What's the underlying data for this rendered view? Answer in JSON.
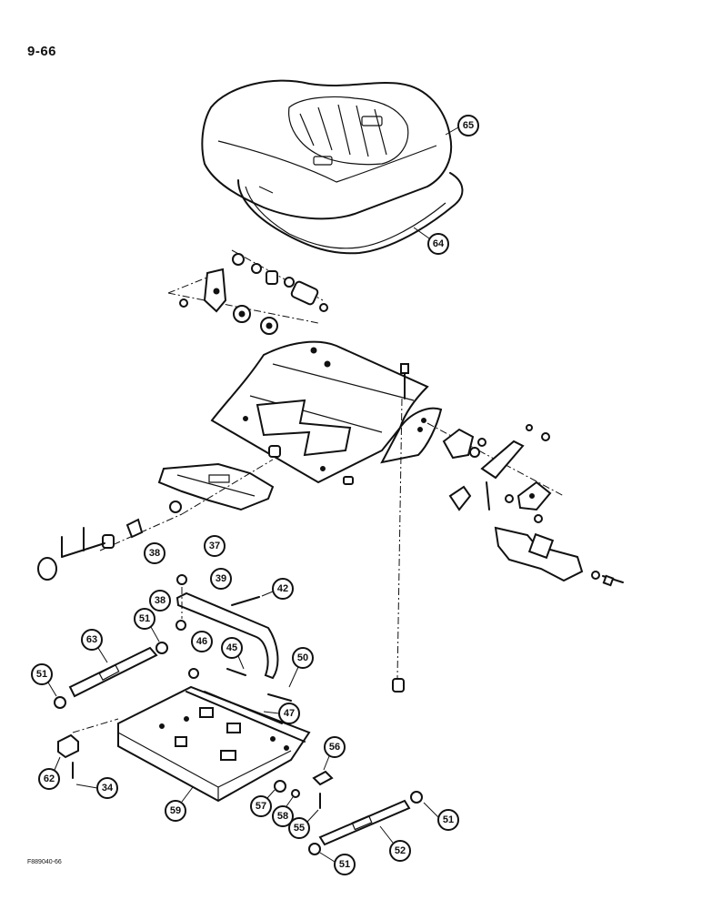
{
  "page": {
    "number": "9-66",
    "figure_code": "F889040-66"
  },
  "callouts": [
    {
      "label": "65"
    },
    {
      "label": "64"
    },
    {
      "label": "37"
    },
    {
      "label": "38"
    },
    {
      "label": "39"
    },
    {
      "label": "42"
    },
    {
      "label": "38"
    },
    {
      "label": "63"
    },
    {
      "label": "51"
    },
    {
      "label": "46"
    },
    {
      "label": "45"
    },
    {
      "label": "50"
    },
    {
      "label": "51"
    },
    {
      "label": "47"
    },
    {
      "label": "56"
    },
    {
      "label": "62"
    },
    {
      "label": "34"
    },
    {
      "label": "59"
    },
    {
      "label": "57"
    },
    {
      "label": "58"
    },
    {
      "label": "55"
    },
    {
      "label": "51"
    },
    {
      "label": "52"
    },
    {
      "label": "51"
    }
  ]
}
